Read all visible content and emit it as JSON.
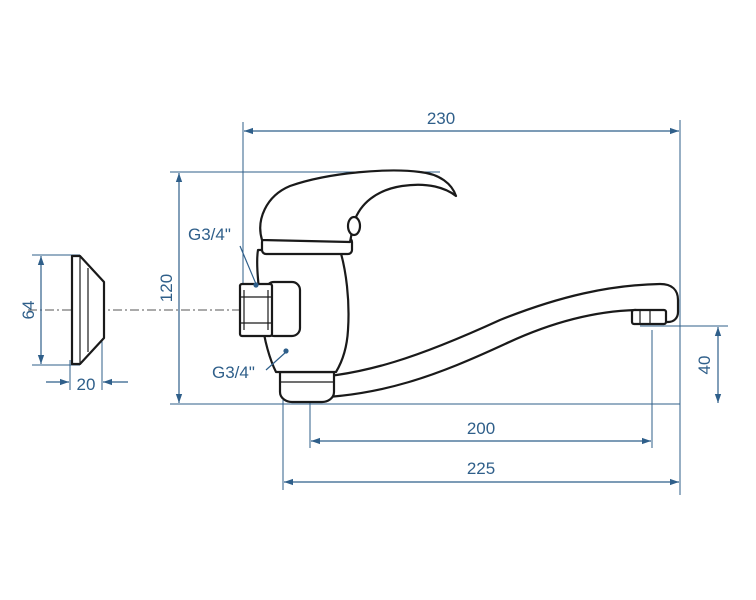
{
  "colors": {
    "dimension": "#2f5f8a",
    "outline": "#1a1a1a",
    "background": "#ffffff"
  },
  "dimensions": {
    "overall_width": "230",
    "body_height": "120",
    "spout_reach_inner": "200",
    "spout_reach_outer": "225",
    "spout_height": "40",
    "flange_diameter": "64",
    "flange_depth": "20"
  },
  "threads": {
    "top_connection": "G3/4\"",
    "bottom_connection": "G3/4\""
  }
}
